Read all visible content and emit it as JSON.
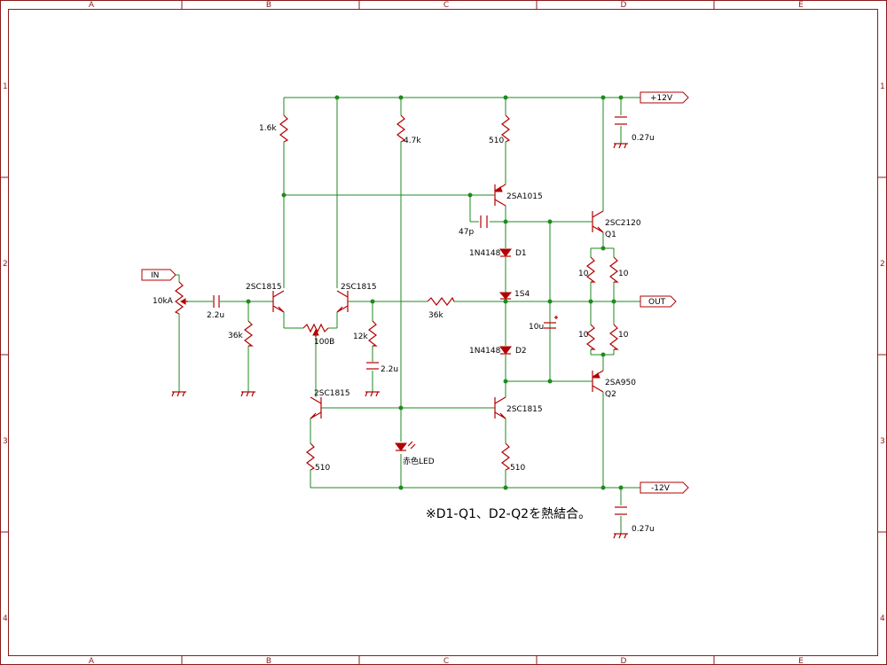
{
  "frame": {
    "columns": [
      "A",
      "B",
      "C",
      "D",
      "E"
    ],
    "rows": [
      "1",
      "2",
      "3",
      "4"
    ]
  },
  "ports": {
    "plus12": "+12V",
    "minus12": "-12V",
    "input": "IN",
    "output": "OUT"
  },
  "parts": {
    "r_1k6": "1.6k",
    "r_4k7": "4.7k",
    "r_510_top": "510",
    "c_027_top": "0.27u",
    "q_2sa1015": "2SA1015",
    "q_2sc2120": "2SC2120",
    "q1": "Q1",
    "c_47p": "47p",
    "d1_type": "1N4148",
    "d1": "D1",
    "re_q1_left": "10",
    "re_q1_right": "10",
    "pot_10ka": "10kA",
    "c_in": "2.2u",
    "r_36k_in": "36k",
    "q_left_pair": "2SC1815",
    "q_right_pair": "2SC1815",
    "pot_100b": "100B",
    "r_feedback": "36k",
    "r_12k": "12k",
    "c_fb": "2.2u",
    "d_1s4": "1S4",
    "c_10u": "10u",
    "re_q2_left": "10",
    "re_q2_right": "10",
    "d2_type": "1N4148",
    "d2": "D2",
    "q_2sa950": "2SA950",
    "q2": "Q2",
    "q_cs_left": "2SC1815",
    "q_cs_right": "2SC1815",
    "led": "赤色LED",
    "r_510_left": "510",
    "r_510_right": "510",
    "c_027_bottom": "0.27u"
  },
  "note": "※D1-Q1、D2-Q2を熱結合。"
}
